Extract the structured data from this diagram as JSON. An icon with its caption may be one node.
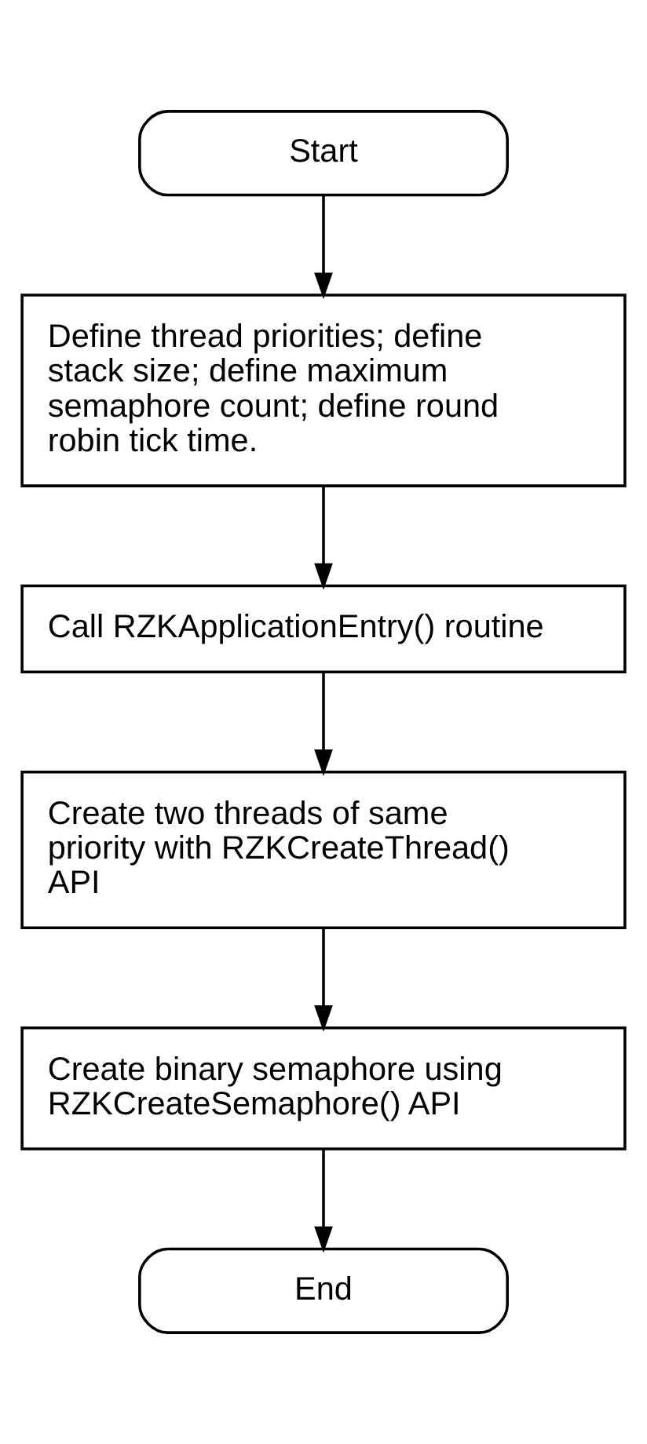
{
  "diagram": {
    "nodes": [
      {
        "text": [
          "Start"
        ]
      },
      {
        "text": [
          "Define thread priorities; define stack size; define maximum semaphore count; define round robin tick time."
        ]
      },
      {
        "text": [
          "Call RZKApplicationEntry() routine"
        ]
      },
      {
        "text": [
          "Create two threads of same priority with RZKCreateThread() API"
        ]
      },
      {
        "text": [
          "Create binary semaphore using RZKCreateSemaphore() API"
        ]
      },
      {
        "text": [
          "End"
        ]
      }
    ],
    "edges": [
      {
        "from": 0,
        "to": 1,
        "arrow": "to"
      },
      {
        "from": 1,
        "to": 2,
        "arrow": "to"
      },
      {
        "from": 2,
        "to": 3,
        "arrow": "to"
      },
      {
        "from": 3,
        "to": 4,
        "arrow": "to"
      },
      {
        "from": 4,
        "to": 5,
        "arrow": "to"
      }
    ]
  }
}
